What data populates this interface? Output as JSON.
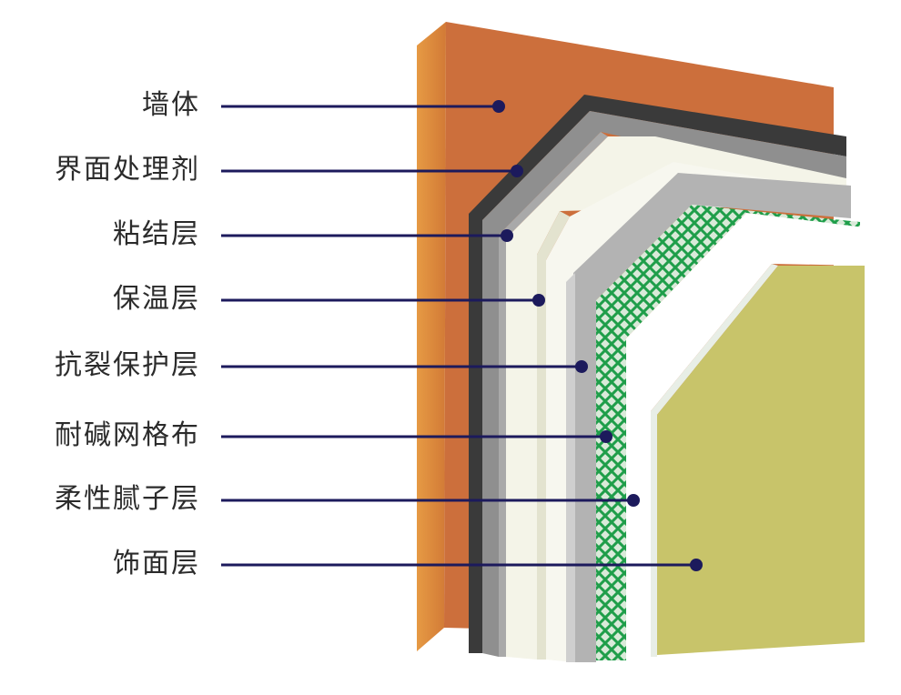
{
  "layers": [
    {
      "id": "wall",
      "label": "墙体",
      "color": "#cc6f3c"
    },
    {
      "id": "interface-agent",
      "label": "界面处理剂",
      "color": "#3a3a3a"
    },
    {
      "id": "bonding",
      "label": "粘结层",
      "color": "#9a9a9a"
    },
    {
      "id": "insulation",
      "label": "保温层",
      "color": "#f3f3e6"
    },
    {
      "id": "crack-resistant",
      "label": "抗裂保护层",
      "color": "#b5b5b5"
    },
    {
      "id": "alkali-mesh",
      "label": "耐碱网格布",
      "color": "#1f9e4a"
    },
    {
      "id": "flexible-putty",
      "label": "柔性腻子层",
      "color": "#ffffff"
    },
    {
      "id": "finish",
      "label": "饰面层",
      "color": "#c8c46a"
    }
  ],
  "colors": {
    "leader_line": "#1c1a5c",
    "label_text": "#2b2b2b"
  }
}
